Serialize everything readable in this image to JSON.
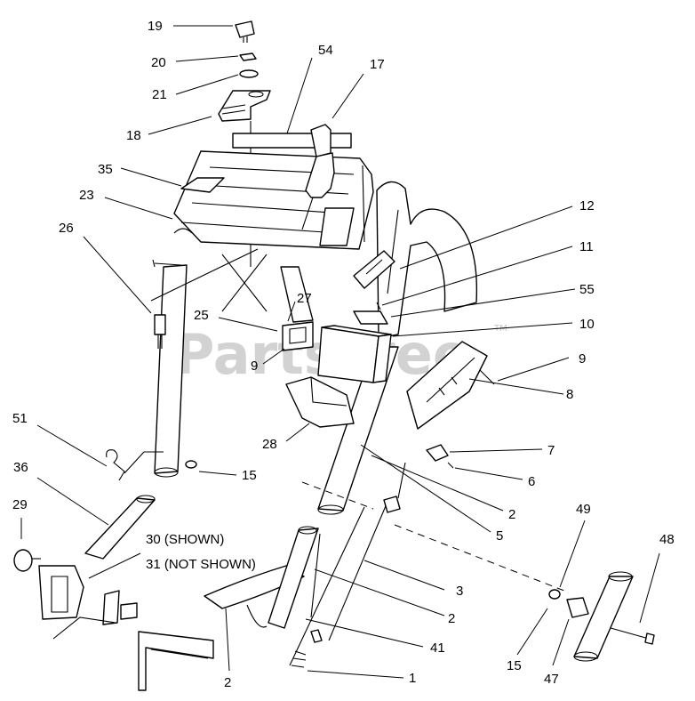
{
  "watermark": {
    "text": "PartsTree",
    "trademark": "TM"
  },
  "callouts": {
    "c19": "19",
    "c20": "20",
    "c54": "54",
    "c17": "17",
    "c21": "21",
    "c18": "18",
    "c35": "35",
    "c23": "23",
    "c26": "26",
    "c12": "12",
    "c11": "11",
    "c55": "55",
    "c10": "10",
    "c27": "27",
    "c25": "25",
    "c9a": "9",
    "c9b": "9",
    "c8": "8",
    "c7": "7",
    "c6": "6",
    "c28": "28",
    "c51": "51",
    "c15a": "15",
    "c36": "36",
    "c2a": "2",
    "c5": "5",
    "c29": "29",
    "c30": "30 (SHOWN)",
    "c31": "31 (NOT SHOWN)",
    "c49": "49",
    "c48": "48",
    "c3": "3",
    "c2b": "2",
    "c41": "41",
    "c15b": "15",
    "c47": "47",
    "c2c": "2",
    "c1": "1"
  }
}
